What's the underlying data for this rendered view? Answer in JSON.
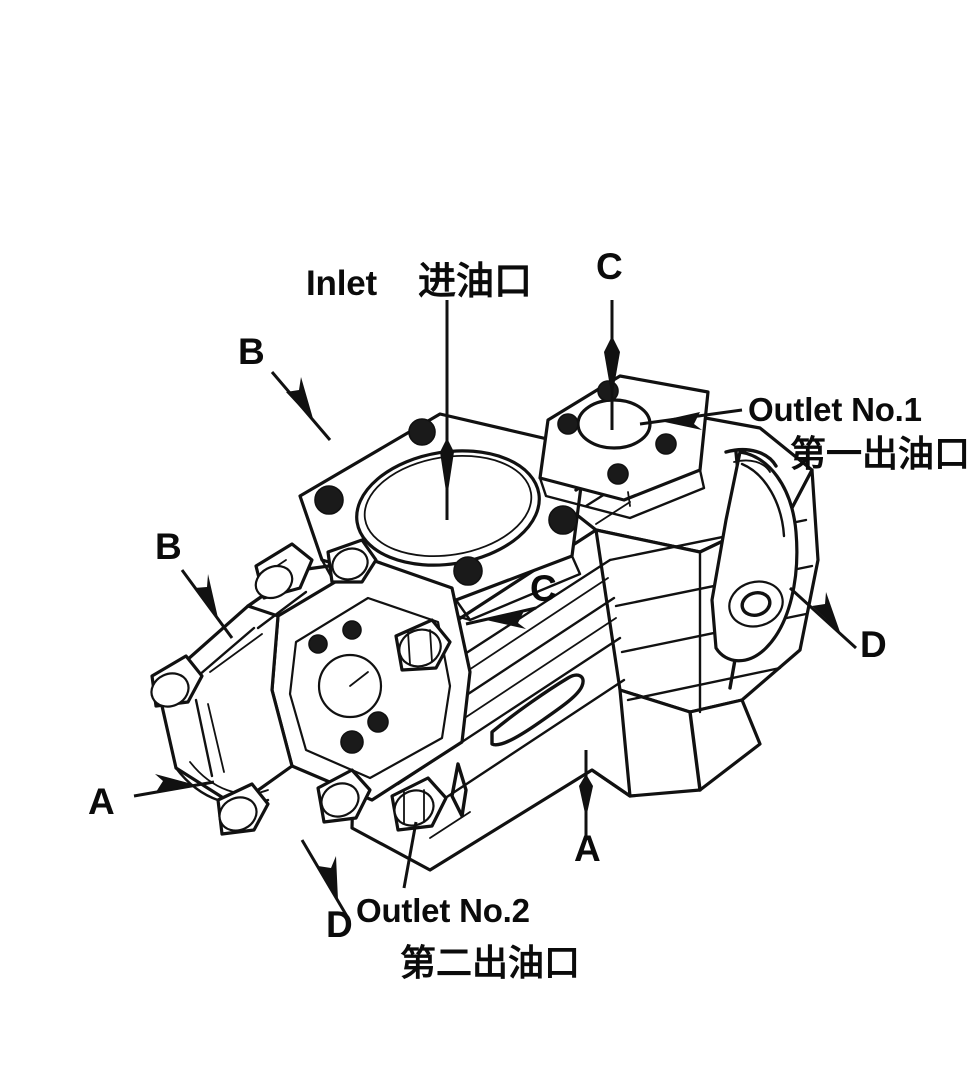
{
  "figure": {
    "kind": "technical-line-drawing",
    "subject": "double vane hydraulic pump isometric view with port callouts",
    "background_color": "#ffffff",
    "line_color": "#111111"
  },
  "callouts": {
    "inlet": {
      "english": "Inlet",
      "chinese": "进油口",
      "leader": "vertical line down into inlet flange bore"
    },
    "outlet_1": {
      "english": "Outlet No.1",
      "chinese": "第一出油口",
      "leader": "horizontal line left into outlet no.1 port"
    },
    "outlet_2": {
      "english": "Outlet No.2",
      "chinese": "第二出油口",
      "leader": "line up-left to outlet no.2 bolt flange"
    }
  },
  "section_marks": [
    {
      "letter": "B",
      "position": "top-left",
      "arrow": "down-right"
    },
    {
      "letter": "B",
      "position": "mid-left",
      "arrow": "down-right"
    },
    {
      "letter": "C",
      "position": "top-right",
      "arrow": "down"
    },
    {
      "letter": "C",
      "position": "center",
      "arrow": "down-left"
    },
    {
      "letter": "A",
      "position": "bottom-left",
      "arrow": "left"
    },
    {
      "letter": "A",
      "position": "bottom-center",
      "arrow": "down"
    },
    {
      "letter": "D",
      "position": "right",
      "arrow": "down-right"
    },
    {
      "letter": "D",
      "position": "bottom",
      "arrow": "down-left"
    }
  ],
  "colors": {
    "ink": "#111111",
    "paper": "#ffffff",
    "bolt_fill": "#1a1a1a"
  }
}
